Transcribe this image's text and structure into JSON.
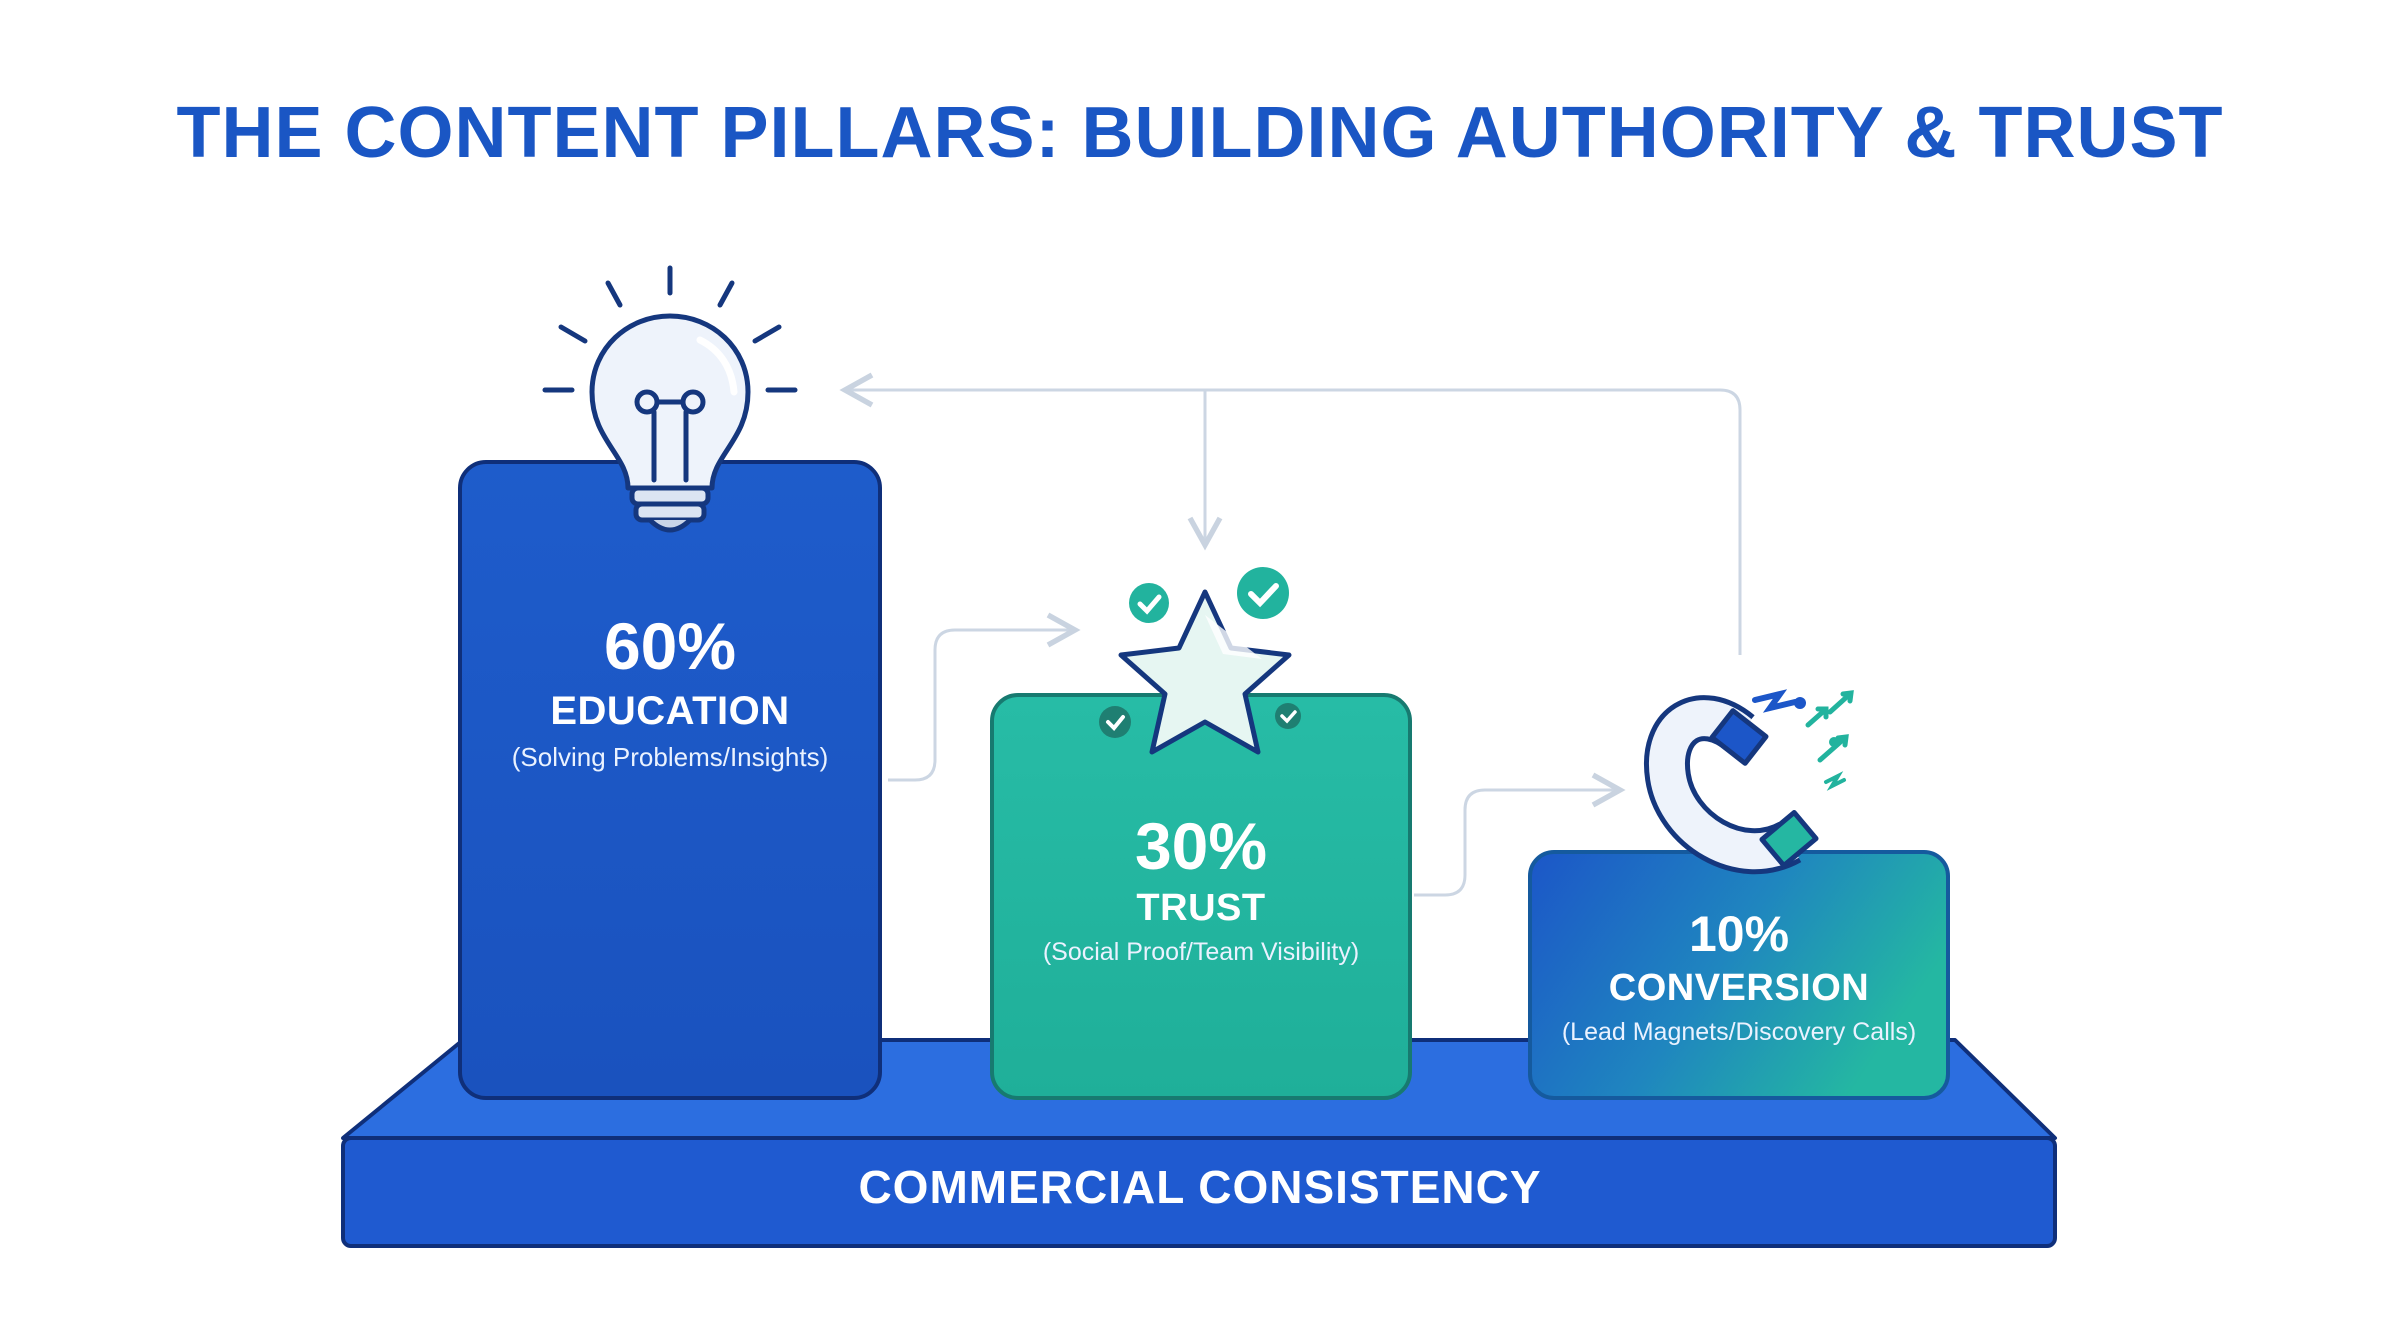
{
  "title": "THE CONTENT PILLARS: BUILDING AUTHORITY & TRUST",
  "pillars": [
    {
      "percent": "60%",
      "label": "EDUCATION",
      "sub": "(Solving Problems/Insights)",
      "icon": "lightbulb-icon",
      "color": "#1c58c6"
    },
    {
      "percent": "30%",
      "label": "TRUST",
      "sub": "(Social Proof/Team Visibility)",
      "icon": "star-icon",
      "color": "#22b39e"
    },
    {
      "percent": "10%",
      "label": "CONVERSION",
      "sub": "(Lead Magnets/Discovery Calls)",
      "icon": "magnet-icon",
      "color": "#1f7ec0"
    }
  ],
  "base": {
    "label": "COMMERCIAL CONSISTENCY",
    "color": "#1f5ad0"
  },
  "colors": {
    "title": "#1a56c4",
    "arrow": "#cfd8e4",
    "outline": "#0f2f7a"
  }
}
